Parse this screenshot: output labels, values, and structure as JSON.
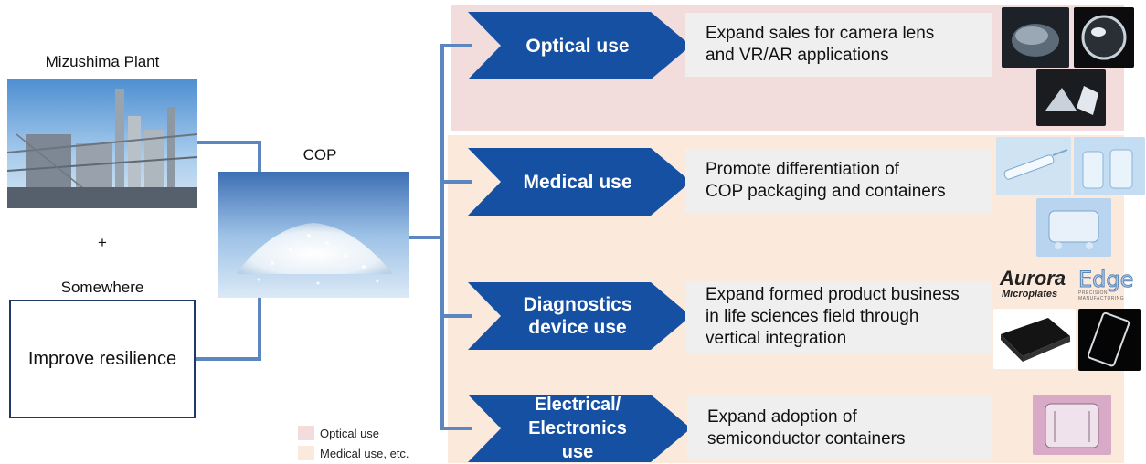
{
  "left": {
    "plant_label": "Mizushima Plant",
    "plus": "+",
    "somewhere_label": "Somewhere",
    "resilience_text": "Improve resilience",
    "cop_label": "COP"
  },
  "rows": [
    {
      "label": "Optical use",
      "desc": "Expand sales for camera lens\nand VR/AR applications"
    },
    {
      "label": "Medical use",
      "desc": "Promote differentiation of\nCOP packaging and containers"
    },
    {
      "label": "Diagnostics\ndevice use",
      "desc": "Expand formed product business\nin life sciences field through\nvertical integration"
    },
    {
      "label": "Electrical/\nElectronics\nuse",
      "desc": "Expand adoption of\nsemiconductor containers"
    }
  ],
  "logos": {
    "aurora": "Aurora",
    "aurora_sub": "Microplates",
    "edge": "Edge",
    "edge_sub": "PRECISION MANUFACTURING"
  },
  "legend": [
    {
      "label": "Optical use",
      "color": "#f2dcdc"
    },
    {
      "label": "Medical use, etc.",
      "color": "#fbe9dc"
    }
  ],
  "colors": {
    "chevron": "#1550a3",
    "connector": "#5b86c0",
    "resilience_border": "#1f3864"
  }
}
